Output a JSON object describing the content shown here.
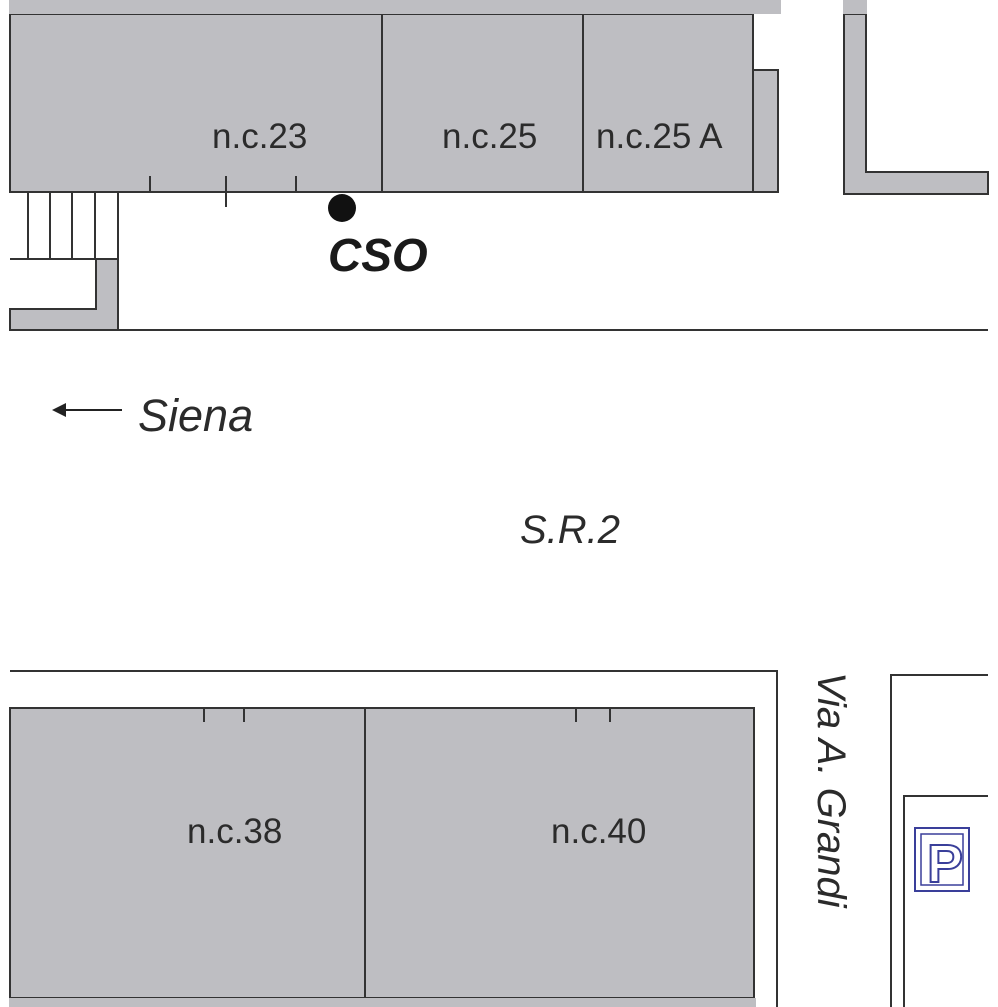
{
  "map": {
    "buildings_north": [
      {
        "label": "n.c.23"
      },
      {
        "label": "n.c.25"
      },
      {
        "label": "n.c.25 A"
      }
    ],
    "buildings_south": [
      {
        "label": "n.c.38"
      },
      {
        "label": "n.c.40"
      }
    ],
    "marker": {
      "label": "CSO",
      "icon": "dot-marker-icon"
    },
    "direction": {
      "label": "Siena",
      "icon": "arrow-left-icon"
    },
    "main_road": {
      "label": "S.R.2"
    },
    "side_road": {
      "label": "Via A. Grandi"
    },
    "parking": {
      "label": "P",
      "icon": "parking-icon"
    },
    "colors": {
      "building_fill": "#bebec2",
      "outline": "#333333",
      "parking_accent": "#3a3f9a"
    }
  }
}
